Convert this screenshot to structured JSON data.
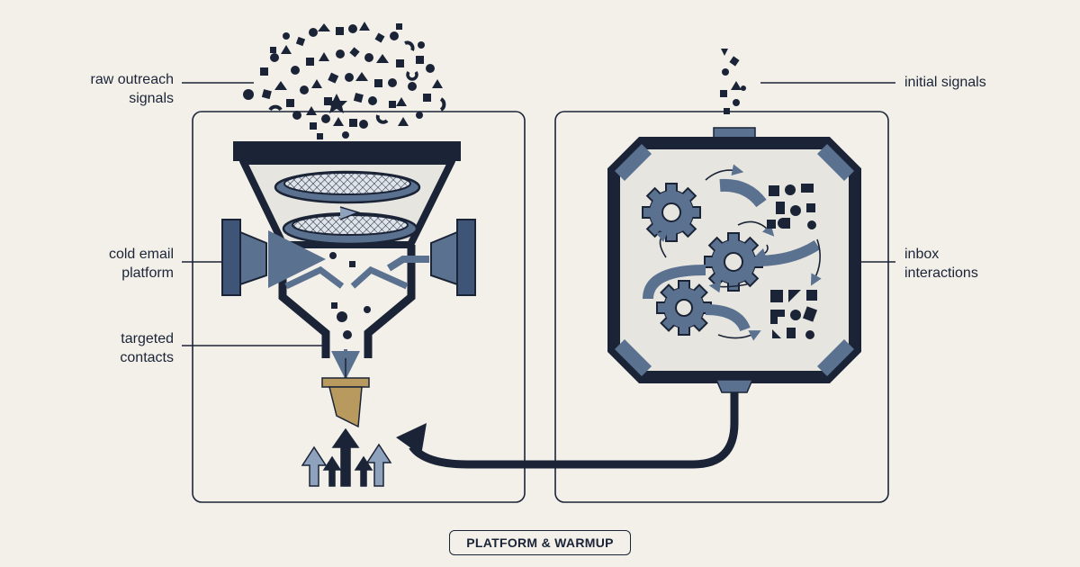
{
  "labels": {
    "raw_outreach": {
      "line1": "raw outreach",
      "line2": "signals"
    },
    "cold_email": {
      "line1": "cold email",
      "line2": "platform"
    },
    "targeted": {
      "line1": "targeted",
      "line2": "contacts"
    },
    "initial_signals": {
      "line1": "initial signals"
    },
    "inbox_interactions": {
      "line1": "inbox",
      "line2": "interactions"
    }
  },
  "badge": {
    "text": "PLATFORM & WARMUP"
  },
  "icons": {
    "signal_cloud": "scattered-shapes-icon",
    "funnel": "funnel-machine-icon",
    "sieve": "sieve-filter-icon",
    "gears": "gear-icon",
    "output_nozzle": "nozzle-icon",
    "growth_arrows": "up-arrows-icon",
    "return_arrow": "return-arrow-icon"
  },
  "colors": {
    "background": "#f3f0ea",
    "ink": "#1b2436",
    "slate": "#5b7190",
    "slate_light": "#8fa2bd",
    "gold": "#b99a5e"
  }
}
